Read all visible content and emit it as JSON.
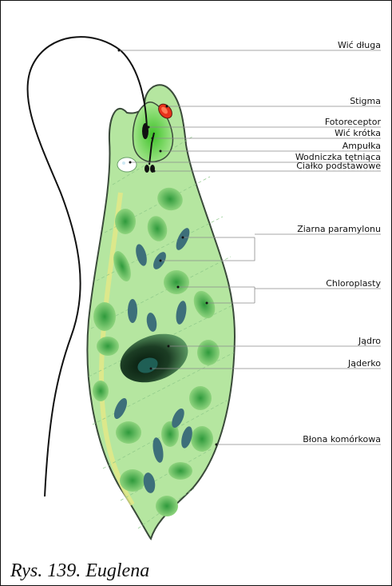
{
  "figure": {
    "caption": "Rys. 139. Euglena",
    "labels": {
      "flagellum_long": "Wić długa",
      "stigma": "Stigma",
      "photoreceptor": "Fotoreceptor",
      "flagellum_short": "Wić krótka",
      "ampulla": "Ampułka",
      "contractile_vacuole": "Wodniczka tętniąca",
      "basal_body": "Ciałko podstawowe",
      "paramylon": "Ziarna paramylonu",
      "chloroplasts": "Chloroplasty",
      "nucleus": "Jądro",
      "nucleolus": "Jąderko",
      "cell_membrane": "Błona komórkowa"
    },
    "colors": {
      "cytoplasm": "#b5e6a0",
      "chloroplast": "#2f9a3c",
      "paramylon": "#3d6f7a",
      "stigma": "#e8321c",
      "nucleus": "#0d2a16"
    }
  }
}
